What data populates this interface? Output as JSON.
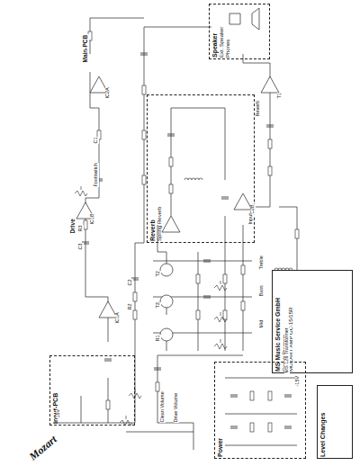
{
  "diagram": {
    "nodes": [
      {
        "text": [
          "Input-PCB"
        ]
      },
      {
        "text": [
          "Reverb",
          "Spring Reverb"
        ]
      },
      {
        "text": [
          "Speaker",
          "Ext. Speaker",
          "Phones"
        ]
      },
      {
        "text": [
          "MS Music Service GmbH",
          "Circuit Diagram",
          "MOZART AMP GC-15/15R"
        ]
      },
      {
        "text": [
          "Level Changes"
        ]
      },
      {
        "text": [
          "Power"
        ]
      }
    ],
    "labels": [
      "Mozart",
      "Main-PCB",
      "Drive",
      "Clean Volume",
      "Drive Volume",
      "Bass",
      "Mid",
      "Treble",
      "Reverb",
      "MS 126 Transformer",
      "IC1A",
      "IC1B",
      "IC2A",
      "IC2B",
      "T1",
      "T2",
      "T3",
      "R1",
      "R2",
      "R3",
      "C1",
      "C2",
      "C3",
      "Footswitch",
      "Input",
      "15V",
      "-15V"
    ]
  }
}
